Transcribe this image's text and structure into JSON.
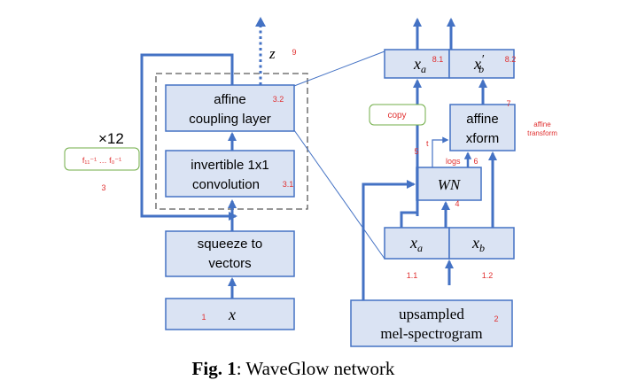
{
  "diagram": {
    "title_bold": "Fig. 1",
    "title_rest": ": WaveGlow network",
    "repeat": "×12",
    "inverse_note": "f₁₁⁻¹ … f₀⁻¹",
    "boxes": {
      "affine_coupling_1": "affine",
      "affine_coupling_2": "coupling layer",
      "invconv_1": "invertible 1x1",
      "invconv_2": "convolution",
      "squeeze_1": "squeeze to",
      "squeeze_2": "vectors",
      "input_x": "x",
      "z": "z",
      "upsampled_1": "upsampled",
      "upsampled_2": "mel-spectrogram",
      "wn": "WN",
      "affine_xform_1": "affine",
      "affine_xform_2": "xform",
      "xa_bottom": "x",
      "xa_bottom_sub": "a",
      "xb_bottom": "x",
      "xb_bottom_sub": "b",
      "xa_top": "x",
      "xa_top_sub": "a",
      "xb_top": "x",
      "xb_top_sup": "′",
      "xb_top_sub": "b"
    },
    "callouts": {
      "copy": "copy",
      "affine_transform_1": "affine",
      "affine_transform_2": "transform",
      "t": "t",
      "logs": "logs"
    },
    "markers": {
      "m1": "1",
      "m2": "2",
      "m3": "3",
      "m31": "3.1",
      "m32": "3.2",
      "m4": "4",
      "m5": "5",
      "m6": "6",
      "m7": "7",
      "m81": "8.1",
      "m82": "8.2",
      "m9": "9",
      "m11": "1.1",
      "m12": "1.2"
    },
    "colors": {
      "box_fill": "#dae3f3",
      "box_stroke": "#4472c4",
      "arrow": "#4472c4",
      "marker": "#e03030",
      "copy_border": "#70ad47"
    }
  }
}
